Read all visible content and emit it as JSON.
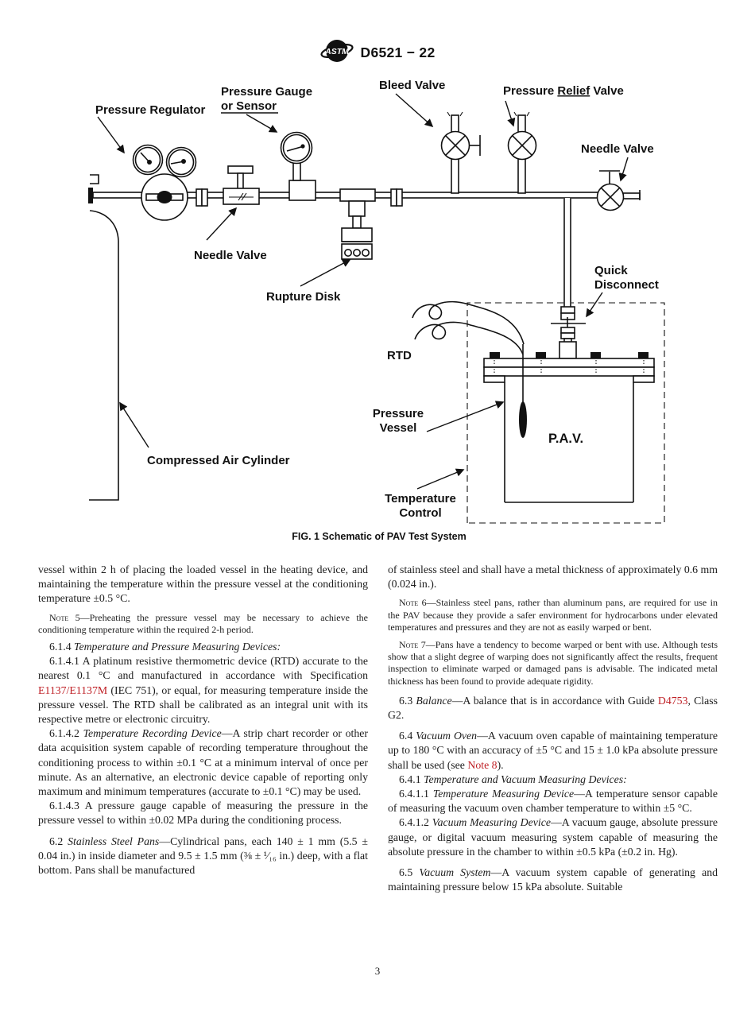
{
  "header": {
    "standard_number": "D6521 − 22"
  },
  "colors": {
    "link": "#bf2026",
    "text": "#1c1c1c",
    "diagram": "#111111"
  },
  "figure": {
    "caption": "FIG. 1 Schematic of PAV Test System",
    "labels": {
      "pressure_regulator": "Pressure Regulator",
      "pressure_gauge_line1": "Pressure Gauge",
      "pressure_gauge_line2": "or Sensor",
      "bleed_valve": "Bleed Valve",
      "relief_pre": "Pressure ",
      "relief_underlined": "Relief",
      "relief_post": " Valve",
      "needle_valve_right": "Needle Valve",
      "needle_valve_left": "Needle Valve",
      "rupture_disk": "Rupture Disk",
      "quick_disconnect_line1": "Quick",
      "quick_disconnect_line2": "Disconnect",
      "rtd": "RTD",
      "pressure_vessel_line1": "Pressure",
      "pressure_vessel_line2": "Vessel",
      "pav": "P.A.V.",
      "compressed_air_cylinder": "Compressed Air Cylinder",
      "temperature_control_line1": "Temperature",
      "temperature_control_line2": "Control"
    }
  },
  "content": {
    "left_column": [
      {
        "style": "body",
        "indent": false,
        "segments": [
          {
            "t": "vessel within 2 h of placing the loaded vessel in the heating device, and maintaining the temperature within the pressure vessel at the conditioning temperature ±0.5 °C."
          }
        ]
      },
      {
        "style": "note",
        "indent": true,
        "segments": [
          {
            "t": "Note 5—",
            "s": "sc"
          },
          {
            "t": "Preheating the pressure vessel may be necessary to achieve the conditioning temperature within the required 2-h period."
          }
        ]
      },
      {
        "style": "body",
        "indent": true,
        "segments": [
          {
            "t": "6.1.4 "
          },
          {
            "t": "Temperature and Pressure Measuring Devices:",
            "s": "i"
          }
        ]
      },
      {
        "style": "body",
        "indent": true,
        "segments": [
          {
            "t": "6.1.4.1 A platinum resistive thermometric device (RTD) accurate to the nearest 0.1 °C and manufactured in accordance with Specification "
          },
          {
            "t": "E1137/E1137M",
            "s": "link"
          },
          {
            "t": " (IEC 751), or equal, for measuring temperature inside the pressure vessel. The RTD shall be calibrated as an integral unit with its respective metre or electronic circuitry."
          }
        ]
      },
      {
        "style": "body",
        "indent": true,
        "segments": [
          {
            "t": "6.1.4.2 "
          },
          {
            "t": "Temperature Recording Device",
            "s": "i"
          },
          {
            "t": "—A strip chart recorder or other data acquisition system capable of recording temperature throughout the conditioning process to within ±0.1 °C at a minimum interval of once per minute. As an alternative, an electronic device capable of reporting only maximum and minimum temperatures (accurate to ±0.1 °C) may be used."
          }
        ]
      },
      {
        "style": "body",
        "indent": true,
        "segments": [
          {
            "t": "6.1.4.3 A pressure gauge capable of measuring the pressure in the pressure vessel to within ±0.02 MPa during the conditioning process."
          }
        ]
      },
      {
        "style": "body",
        "indent": true,
        "space": true,
        "segments": [
          {
            "t": "6.2 "
          },
          {
            "t": "Stainless Steel Pans",
            "s": "i"
          },
          {
            "t": "—Cylindrical pans, each 140 ± 1 mm (5.5 ± 0.04 in.) in inside diameter and 9.5 ± 1.5 mm (⅜ ± ¹⁄₁₆ in.) deep, with a flat bottom. Pans shall be manufactured"
          }
        ]
      }
    ],
    "right_column": [
      {
        "style": "body",
        "indent": false,
        "segments": [
          {
            "t": "of stainless steel and shall have a metal thickness of approximately 0.6 mm (0.024 in.)."
          }
        ]
      },
      {
        "style": "note",
        "indent": true,
        "segments": [
          {
            "t": "Note 6—",
            "s": "sc"
          },
          {
            "t": "Stainless steel pans, rather than aluminum pans, are required for use in the PAV because they provide a safer environment for hydrocarbons under elevated temperatures and pressures and they are not as easily warped or bent."
          }
        ]
      },
      {
        "style": "note",
        "indent": true,
        "segments": [
          {
            "t": "Note 7—",
            "s": "sc"
          },
          {
            "t": "Pans have a tendency to become warped or bent with use. Although tests show that a slight degree of warping does not significantly affect the results, frequent inspection to eliminate warped or damaged pans is advisable. The indicated metal thickness has been found to provide adequate rigidity."
          }
        ]
      },
      {
        "style": "body",
        "indent": true,
        "space": true,
        "segments": [
          {
            "t": "6.3 "
          },
          {
            "t": "Balance",
            "s": "i"
          },
          {
            "t": "—A balance that is in accordance with Guide "
          },
          {
            "t": "D4753",
            "s": "link"
          },
          {
            "t": ", Class G2."
          }
        ]
      },
      {
        "style": "body",
        "indent": true,
        "space": true,
        "segments": [
          {
            "t": "6.4 "
          },
          {
            "t": "Vacuum Oven",
            "s": "i"
          },
          {
            "t": "—A vacuum oven capable of maintaining temperature up to 180 °C with an accuracy of ±5 °C and 15 ± 1.0 kPa absolute pressure shall be used (see "
          },
          {
            "t": "Note 8",
            "s": "link"
          },
          {
            "t": ")."
          }
        ]
      },
      {
        "style": "body",
        "indent": true,
        "segments": [
          {
            "t": "6.4.1 "
          },
          {
            "t": "Temperature and Vacuum Measuring Devices:",
            "s": "i"
          }
        ]
      },
      {
        "style": "body",
        "indent": true,
        "segments": [
          {
            "t": "6.4.1.1 "
          },
          {
            "t": "Temperature Measuring Device",
            "s": "i"
          },
          {
            "t": "—A temperature sensor capable of measuring the vacuum oven chamber temperature to within ±5 °C."
          }
        ]
      },
      {
        "style": "body",
        "indent": true,
        "segments": [
          {
            "t": "6.4.1.2 "
          },
          {
            "t": "Vacuum Measuring Device",
            "s": "i"
          },
          {
            "t": "—A vacuum gauge, absolute pressure gauge, or digital vacuum measuring system capable of measuring the absolute pressure in the chamber to within ±0.5 kPa (±0.2 in. Hg)."
          }
        ]
      },
      {
        "style": "body",
        "indent": true,
        "space": true,
        "segments": [
          {
            "t": "6.5 "
          },
          {
            "t": "Vacuum System",
            "s": "i"
          },
          {
            "t": "—A vacuum system capable of generating and maintaining pressure below 15 kPa absolute. Suitable"
          }
        ]
      }
    ]
  },
  "footer": {
    "page_number": "3"
  }
}
